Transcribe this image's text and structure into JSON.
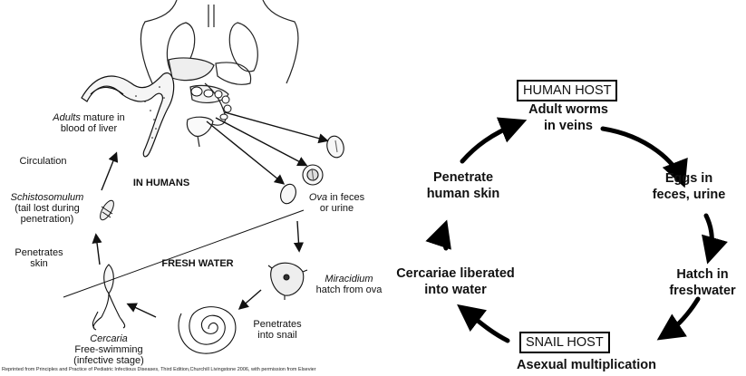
{
  "left": {
    "region_humans": "IN HUMANS",
    "region_fresh_water": "FRESH WATER",
    "adults": {
      "em": "Adults",
      "rest": " mature in",
      "line2": "blood of liver"
    },
    "circulation": "Circulation",
    "schistosomulum": {
      "em": "Schistosomulum",
      "line2": "(tail lost during",
      "line3": "penetration)"
    },
    "penetrates_skin": {
      "line1": "Penetrates",
      "line2": "skin"
    },
    "cercaria": {
      "em": "Cercaria",
      "line2": "Free-swimming",
      "line3": "(infective stage)"
    },
    "ova": {
      "em": "Ova",
      "rest": " in feces",
      "line2": "or urine"
    },
    "miracidium": {
      "em": "Miracidium",
      "line2": "hatch from ova"
    },
    "penetrates_snail": {
      "line1": "Penetrates",
      "line2": "into snail"
    },
    "credit": "Reprinted from Principles and Practice of Pediatric Infectious Diseases, Third Edition,Churchill Livingstone 2006, with permission from Elsevier"
  },
  "right": {
    "human_host": "HUMAN HOST",
    "adult_worms": {
      "line1": "Adult worms",
      "line2": "in veins"
    },
    "eggs": {
      "line1": "Eggs in",
      "line2": "feces, urine"
    },
    "hatch": {
      "line1": "Hatch in",
      "line2": "freshwater"
    },
    "snail_host": "SNAIL HOST",
    "asexual": "Asexual multiplication",
    "cercariae": {
      "line1": "Cercariae liberated",
      "line2": "into water"
    },
    "penetrate": {
      "line1": "Penetrate",
      "line2": "human skin"
    }
  }
}
